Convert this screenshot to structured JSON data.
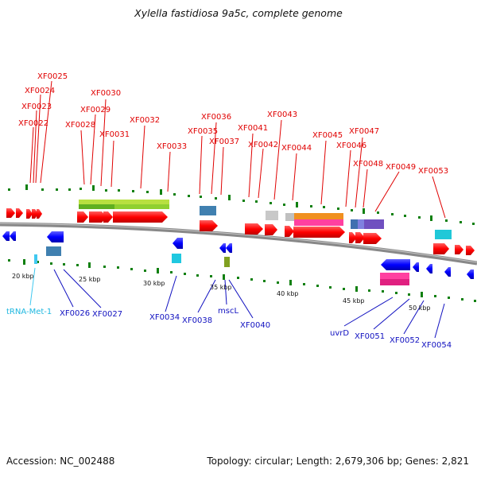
{
  "title": "Xylella fastidiosa 9a5c, complete genome",
  "footer": {
    "accession": "Accession: NC_002488",
    "summary": "Topology: circular; Length: 2,679,306 bp; Genes: 2,821"
  },
  "scale_labels": [
    "20 kbp",
    "25 kbp",
    "30 kbp",
    "35 kbp",
    "40 kbp",
    "45 kbp",
    "50 kbp"
  ],
  "forward_genes": [
    "XF0022",
    "XF0023",
    "XF0024",
    "XF0025",
    "XF0028",
    "XF0029",
    "XF0030",
    "XF0031",
    "XF0032",
    "XF0033",
    "XF0035",
    "XF0036",
    "XF0037",
    "XF0041",
    "XF0042",
    "XF0043",
    "XF0044",
    "XF0045",
    "XF0046",
    "XF0047",
    "XF0048",
    "XF0049",
    "XF0053"
  ],
  "reverse_genes": [
    "tRNA-Met-1",
    "XF0026",
    "XF0027",
    "XF0034",
    "XF0038",
    "mscL",
    "XF0040",
    "uvrD",
    "XF0051",
    "XF0052",
    "XF0054"
  ],
  "colors": {
    "forward_gene": "#ff0000",
    "reverse_gene": "#0000ff",
    "trna": "#40c8f0",
    "backbone": "#808080",
    "ticks": "#108010"
  }
}
